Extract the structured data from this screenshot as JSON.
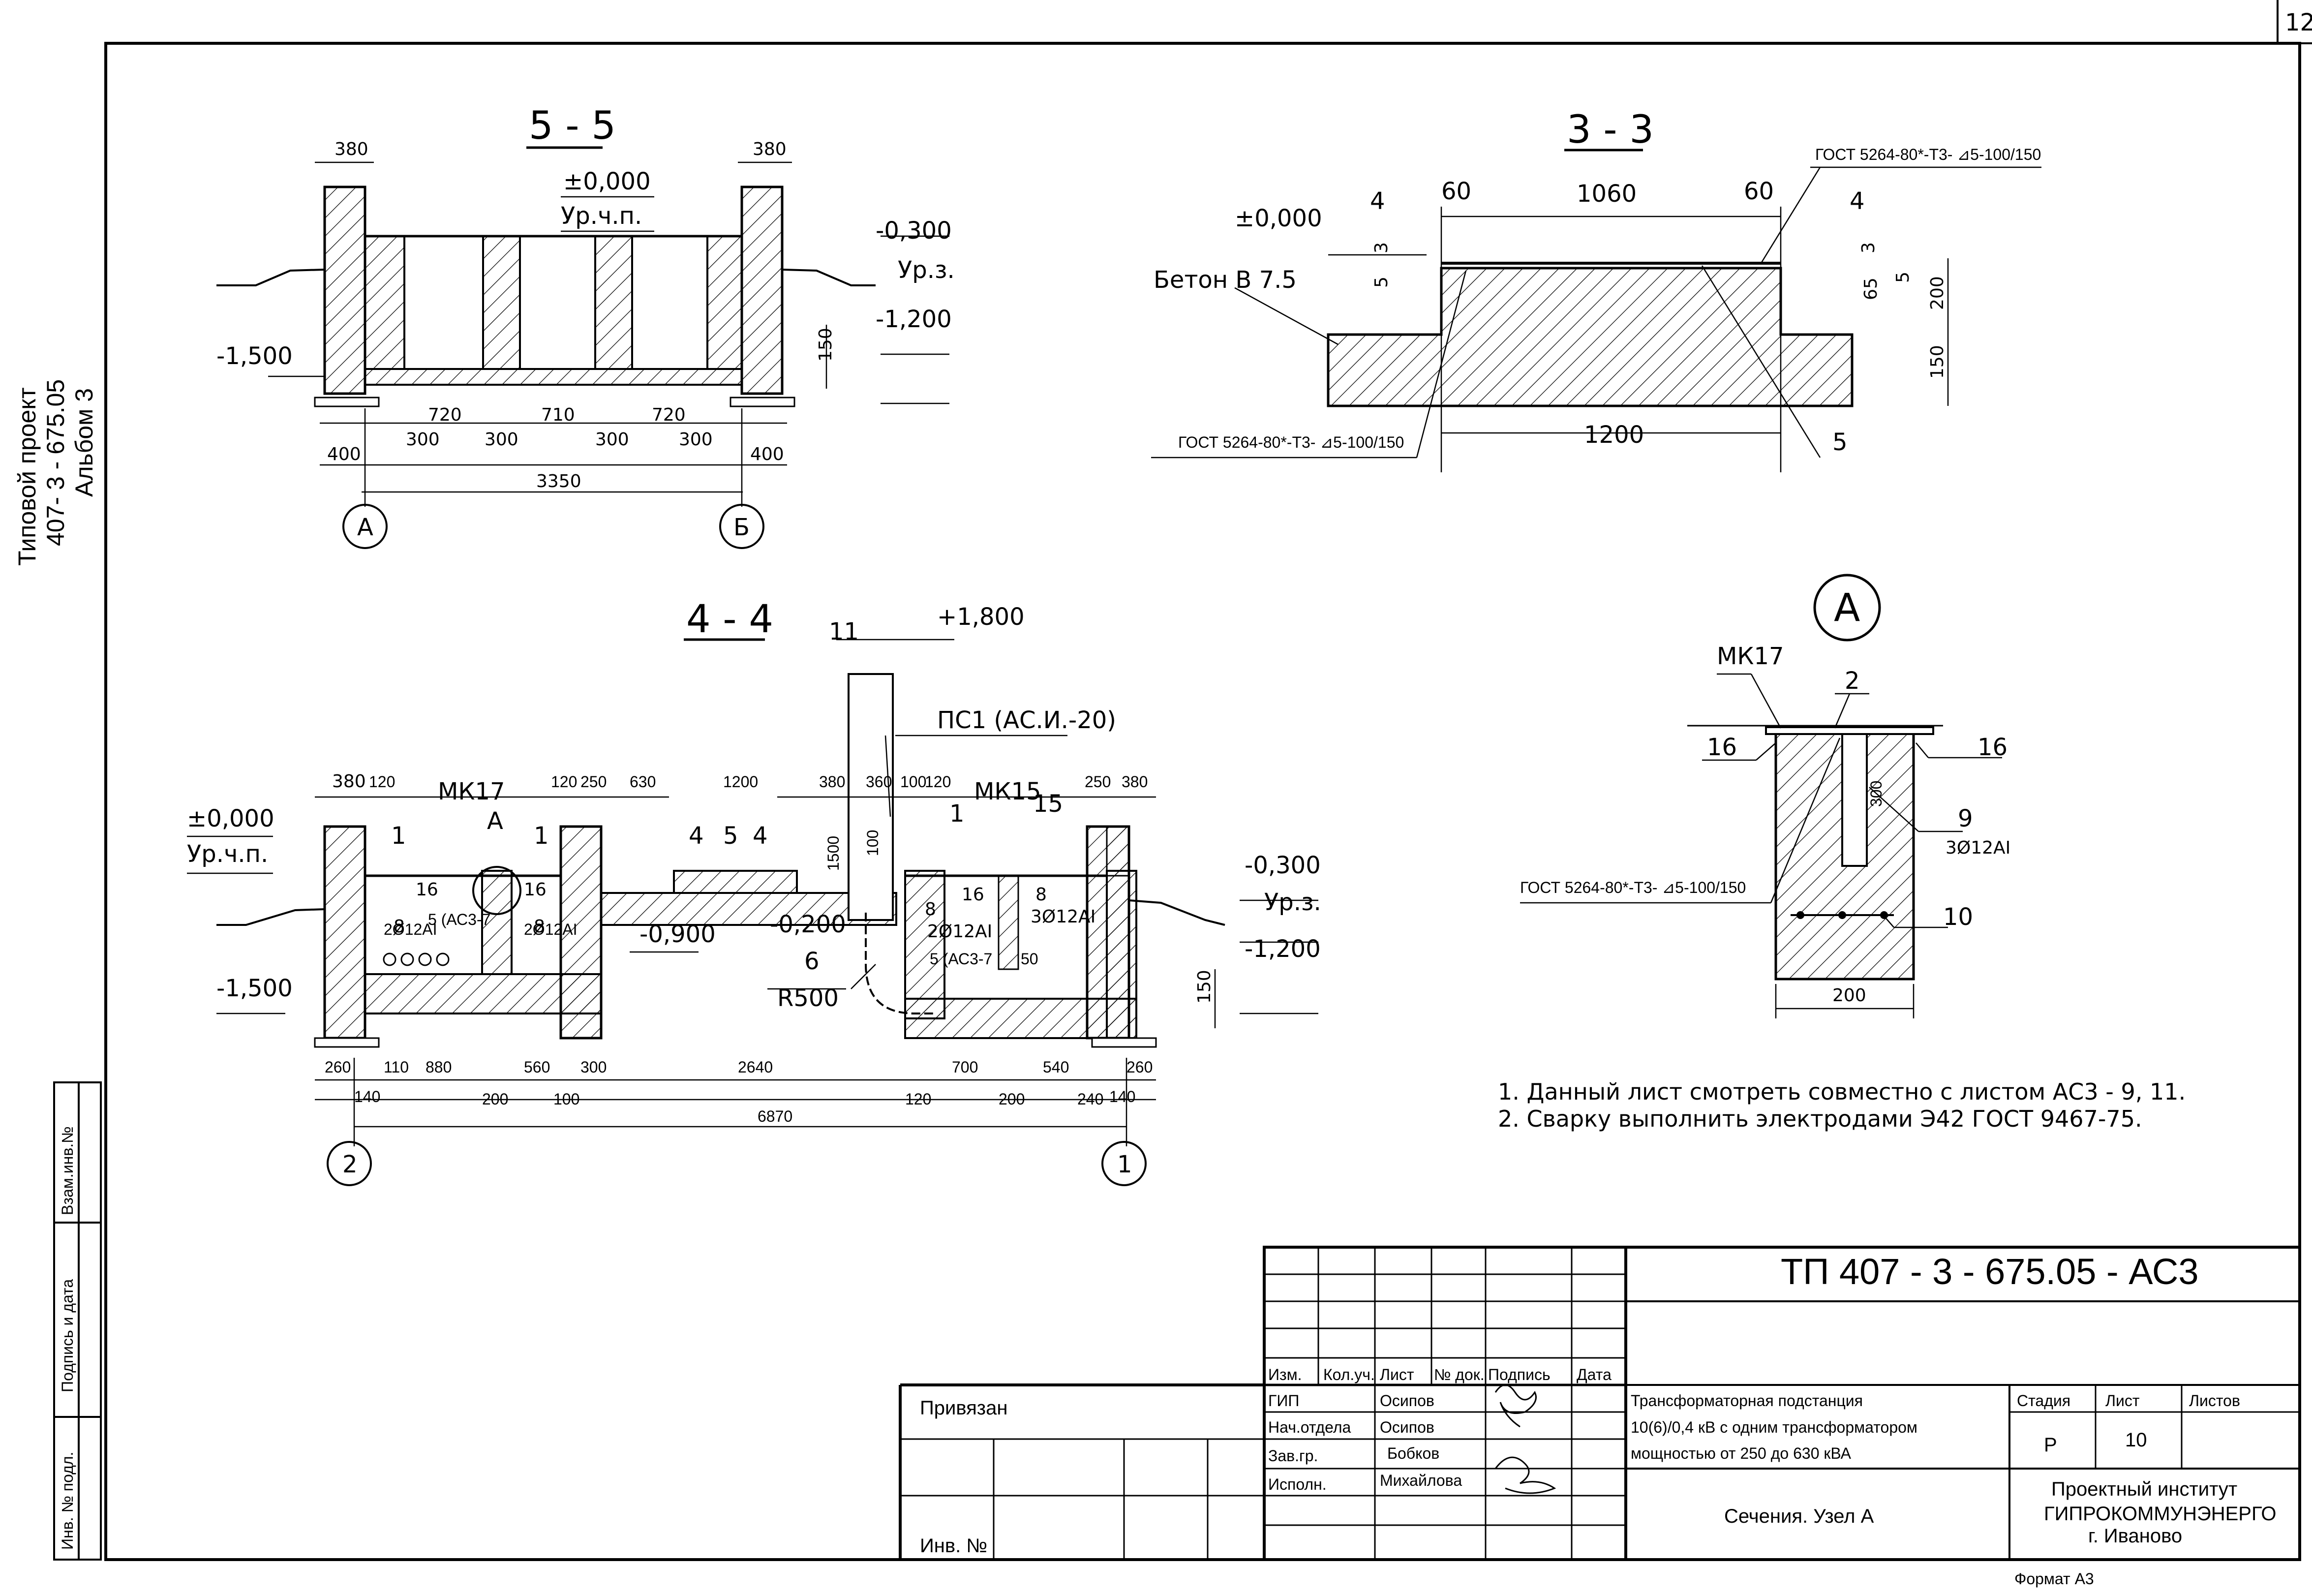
{
  "sheet": {
    "corner_number": "12",
    "format": "Формат А3"
  },
  "side": {
    "l1": "Типовой проект",
    "l2": "407- 3 - 675.05",
    "l3": "Альбом 3",
    "vz": "Взам.инв.№",
    "pd": "Подпись и дата",
    "inv": "Инв. № подл."
  },
  "s55": {
    "title": "5 - 5",
    "lvl0": "±0,000",
    "urch": "Ур.ч.п.",
    "lvl03": "-0,300",
    "urz": "Ур.з.",
    "lvl12": "-1,200",
    "lvl15": "-1,500",
    "d380a": "380",
    "d380b": "380",
    "d150": "150",
    "d720a": "720",
    "d710": "710",
    "d720b": "720",
    "d300a": "300",
    "d300b": "300",
    "d300c": "300",
    "d300d": "300",
    "d400a": "400",
    "d400b": "400",
    "d3350": "3350",
    "axA": "А",
    "axB": "Б"
  },
  "s33": {
    "title": "3 - 3",
    "gost_top": "ГОСТ 5264-80*-Т3- ⊿5-100/150",
    "gost_bot": "ГОСТ 5264-80*-Т3- ⊿5-100/150",
    "lvl0": "±0,000",
    "beton": "Бетон В 7.5",
    "d60a": "60",
    "d1060": "1060",
    "d60b": "60",
    "d1200": "1200",
    "d3a": "3",
    "d5a": "5",
    "d3b": "3",
    "d5b": "5",
    "d65": "65",
    "d200": "200",
    "d150": "150",
    "p4a": "4",
    "p4b": "4",
    "p5": "5"
  },
  "s44": {
    "title": "4 - 4",
    "lvl0": "±0,000",
    "urch": "Ур.ч.п.",
    "lvl15": "-1,500",
    "lvl18": "+1,800",
    "lvl03": "-0,300",
    "urz": "Ур.з.",
    "lvl12": "-1,200",
    "lvl09": "-0,900",
    "lvl02": "-0,200",
    "r500": "R500",
    "ps1": "ПС1 (АС.И.-20)",
    "mk17": "МК17",
    "mk15": "МК15",
    "nodeA": "А",
    "p11": "11",
    "p1a": "1",
    "p1b": "1",
    "p1c": "1",
    "p16a": "16",
    "p16b": "16",
    "p16c": "16",
    "p8a": "8",
    "p8b": "8",
    "p8c": "8",
    "p8d": "8",
    "r2a": "2Ø12АI",
    "r2b": "2Ø12АI",
    "r2c": "2Ø12АI",
    "r3": "3Ø12АI",
    "p5a": "5 (АС3-7",
    "p5b": "5 (АС3-7",
    "p4a": "4",
    "p5": "5",
    "p4b": "4",
    "p6": "6",
    "p15": "15",
    "t380a": "380",
    "t120a": "120",
    "t120b": "120",
    "t250a": "250",
    "t630": "630",
    "t1200": "1200",
    "t380b": "380",
    "t360": "360",
    "t100": "100",
    "t120c": "120",
    "t250b": "250",
    "t380c": "380",
    "v1500": "1500",
    "v100": "100",
    "v50": "50",
    "v150": "150",
    "b260a": "260",
    "b110": "110",
    "b880": "880",
    "b560": "560",
    "b300": "300",
    "b2640": "2640",
    "b700": "700",
    "b540": "540",
    "b260b": "260",
    "c140a": "140",
    "c200a": "200",
    "c100": "100",
    "c120": "120",
    "c200b": "200",
    "c240": "240",
    "c140b": "140",
    "d6870": "6870",
    "ax2": "2",
    "ax1": "1"
  },
  "nodeA": {
    "circle": "А",
    "mk17": "МК17",
    "p2": "2",
    "p16a": "16",
    "p16b": "16",
    "p9": "9",
    "r9": "3Ø12АI",
    "gost": "ГОСТ 5264-80*-Т3- ⊿5-100/150",
    "p10": "10",
    "d300": "300",
    "d200": "200"
  },
  "notes": {
    "n1": "1. Данный лист смотреть совместно с листом  АС3 - 9, 11.",
    "n2": "2. Сварку выполнить электродами Э42 ГОСТ 9467-75."
  },
  "tb": {
    "code": "ТП   407 - 3 - 675.05 - АС3",
    "h_izm": "Изм.",
    "h_kol": "Кол.уч.",
    "h_list": "Лист",
    "h_ndok": "№ док.",
    "h_podp": "Подпись",
    "h_data": "Дата",
    "r1r": "ГИП",
    "r1n": "Осипов",
    "r2r": "Нач.отдела",
    "r2n": "Осипов",
    "r3r": "Зав.гр.",
    "r3n": "Бобков",
    "r4r": "Исполн.",
    "r4n": "Михайлова",
    "desc1": "Трансформаторная подстанция",
    "desc2": "10(6)/0,4 кВ с одним трансформатором",
    "desc3": "мощностью от 250 до 630 кВА",
    "c_stage": "Стадия",
    "c_list": "Лист",
    "c_listov": "Листов",
    "v_stage": "Р",
    "v_list": "10",
    "name": "Сечения. Узел А",
    "org1": "Проектный институт",
    "org2": "ГИПРОКОММУНЭНЕРГО",
    "org3": "г. Иваново",
    "priv": "Привязан",
    "invno": "Инв. №"
  }
}
